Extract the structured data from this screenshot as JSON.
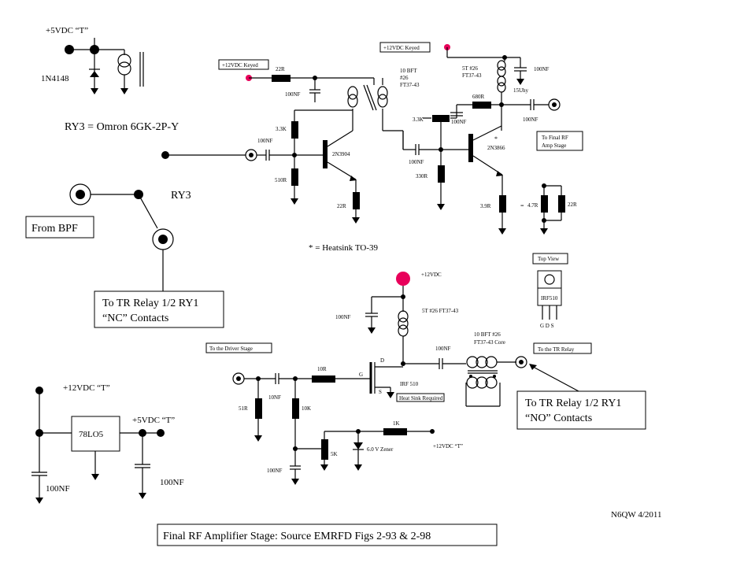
{
  "labels": {
    "v5_top": "+5VDC “T”",
    "diode": "1N4148",
    "relay_name": "RY3 = Omron 6GK-2P-Y",
    "ry3": "RY3",
    "from_bpf": "From BPF",
    "tr_nc_1": "To TR Relay 1/2 RY1",
    "tr_nc_2": "“NC” Contacts",
    "v12_keyed_1": "+12VDC Keyed",
    "v12_keyed_2": "+12VDC Keyed",
    "r22_top": "22R",
    "c100_a": "100NF",
    "xfmr_1": "10 BFT",
    "xfmr_2": "#26",
    "xfmr_3": "FT37-43",
    "r33k_a": "3.3K",
    "c100_b": "100NF",
    "q1": "2N3904",
    "r510": "510R",
    "r22_emitter": "22R",
    "r33k_b": "3.3K",
    "c100_c": "100NF",
    "c100_d": "100NF",
    "r330": "330R",
    "r680": "680R",
    "choke_1": "5T #26",
    "choke_2": "FT37-43",
    "c100_e": "100NF",
    "inductor_15u": "15Uhy",
    "c100_f": "100NF",
    "q2": "2N3866",
    "star": "*",
    "final_amp_1": "To Final RF",
    "final_amp_2": "Amp Stage",
    "r39": "3.9R",
    "r47": "4.7R",
    "r22_par": "22R",
    "eq": "=",
    "heatsink_note": "* = Heatsink TO-39",
    "v12": "+12VDC",
    "top_view": "Top View",
    "irf_pkg": "IRF510",
    "pins": "G D S",
    "c100_g": "100NF",
    "choke_bot": "5T #26 FT37-43",
    "xfmr_bot_1": "10 BFT #26",
    "xfmr_bot_2": "FT37-43 Core",
    "c100_h": "100NF",
    "to_tr_relay": "To the TR Relay",
    "to_driver": "To the Driver Stage",
    "r10": "10R",
    "g": "G",
    "d": "D",
    "s": "S",
    "irf510": "IRF 510",
    "heatsink_req": "Heat Sink Required",
    "r51": "51R",
    "c100_i": "10NF",
    "r10k": "10K",
    "r1k": "1K",
    "pot5k": "5K",
    "zener": "6.0 V Zener",
    "v12_t_bot": "+12VDC “T”",
    "c100_j": "100NF",
    "tr_no_1": "To TR Relay 1/2 RY1",
    "tr_no_2": "“NO” Contacts",
    "v12_t_left": "+12VDC “T”",
    "reg": "78LO5",
    "v5_t_left": "+5VDC “T”",
    "c100_k": "100NF",
    "c100_l": "100NF",
    "author": "N6QW 4/2011",
    "caption": "Final RF Amplifier Stage: Source EMRFD Figs 2-93 & 2-98"
  },
  "colors": {
    "supply_dot": "#e8005a",
    "ink": "#000000"
  }
}
